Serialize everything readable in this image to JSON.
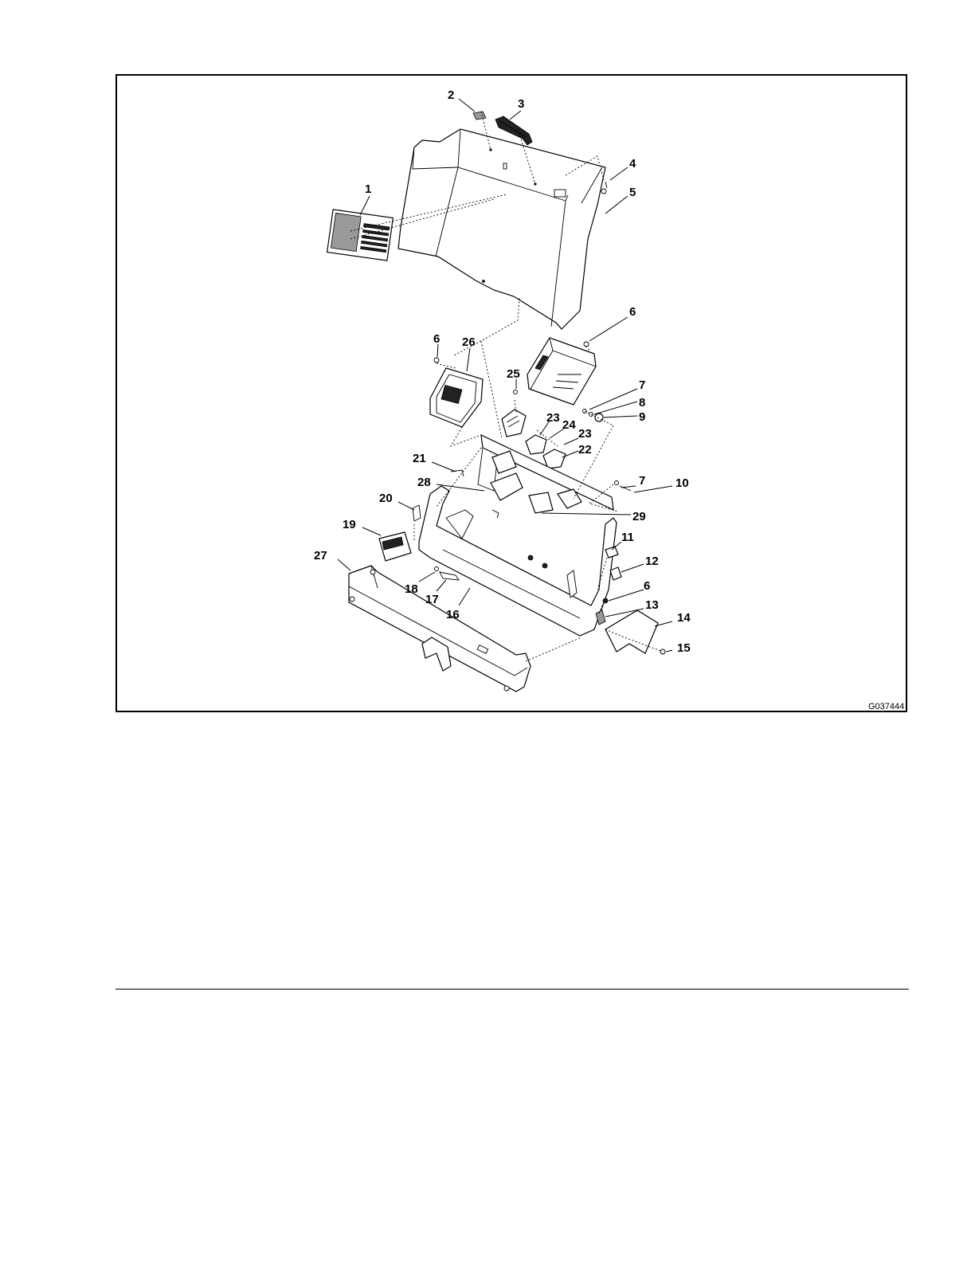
{
  "figure": {
    "id_label": "G037444",
    "callouts": [
      "1",
      "2",
      "3",
      "4",
      "5",
      "6",
      "6",
      "6",
      "6",
      "7",
      "7",
      "8",
      "9",
      "10",
      "11",
      "12",
      "13",
      "14",
      "15",
      "16",
      "17",
      "18",
      "19",
      "20",
      "21",
      "22",
      "23",
      "23",
      "24",
      "25",
      "26",
      "27",
      "28",
      "29"
    ]
  }
}
